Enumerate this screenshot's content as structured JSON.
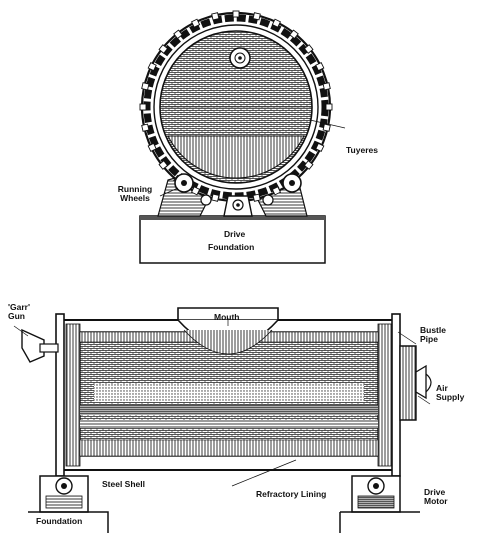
{
  "colors": {
    "ink": "#1a1a1a",
    "paper": "#ffffff",
    "hatch": "#333333"
  },
  "end_view": {
    "labels": {
      "tuyeres": "Tuyeres",
      "running_wheels_1": "Running",
      "running_wheels_2": "Wheels",
      "drive": "Drive",
      "foundation": "Foundation"
    }
  },
  "side_view": {
    "labels": {
      "garr_gun_1": "'Garr'",
      "garr_gun_2": "Gun",
      "mouth": "Mouth",
      "bustle_pipe_1": "Bustle",
      "bustle_pipe_2": "Pipe",
      "air_supply_1": "Air",
      "air_supply_2": "Supply",
      "steel_shell": "Steel Shell",
      "refractory_lining": "Refractory Lining",
      "drive_motor_1": "Drive",
      "drive_motor_2": "Motor",
      "foundation": "Foundation"
    }
  }
}
